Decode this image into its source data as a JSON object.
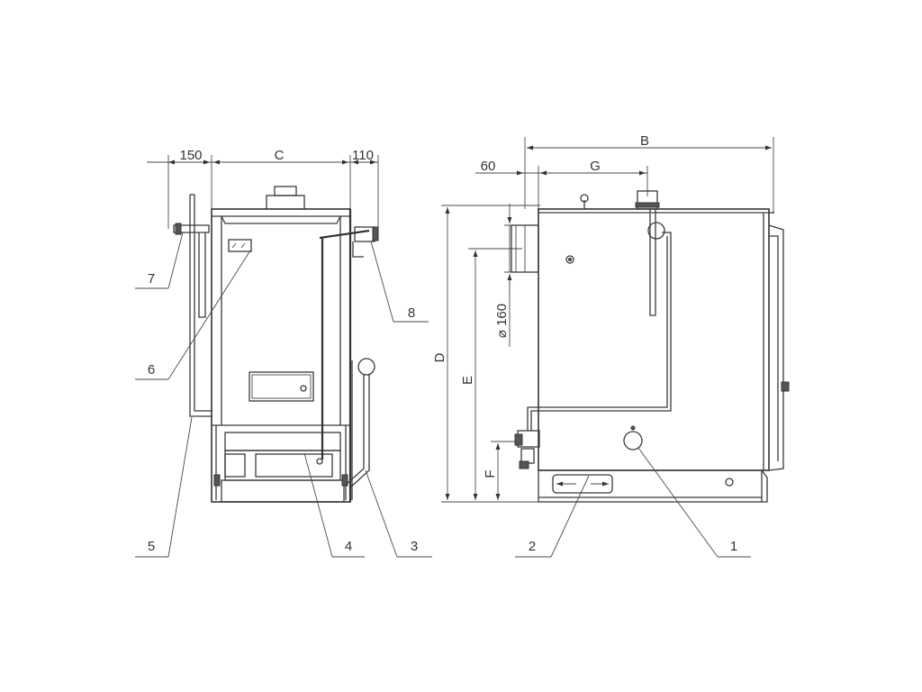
{
  "front_view": {
    "dimensions": {
      "left_offset": "150",
      "width": "C",
      "right_offset": "110"
    },
    "callouts": [
      "7",
      "6",
      "5",
      "4",
      "3",
      "8"
    ]
  },
  "side_view": {
    "dimensions": {
      "depth": "B",
      "flue_offset": "60",
      "pipe_distance": "G",
      "height_total": "D",
      "flue_height": "E",
      "outlet_height": "F",
      "flue_diameter": "⌀ 160"
    },
    "callouts": [
      "2",
      "1"
    ]
  },
  "colors": {
    "line": "#333333",
    "background": "#ffffff"
  }
}
